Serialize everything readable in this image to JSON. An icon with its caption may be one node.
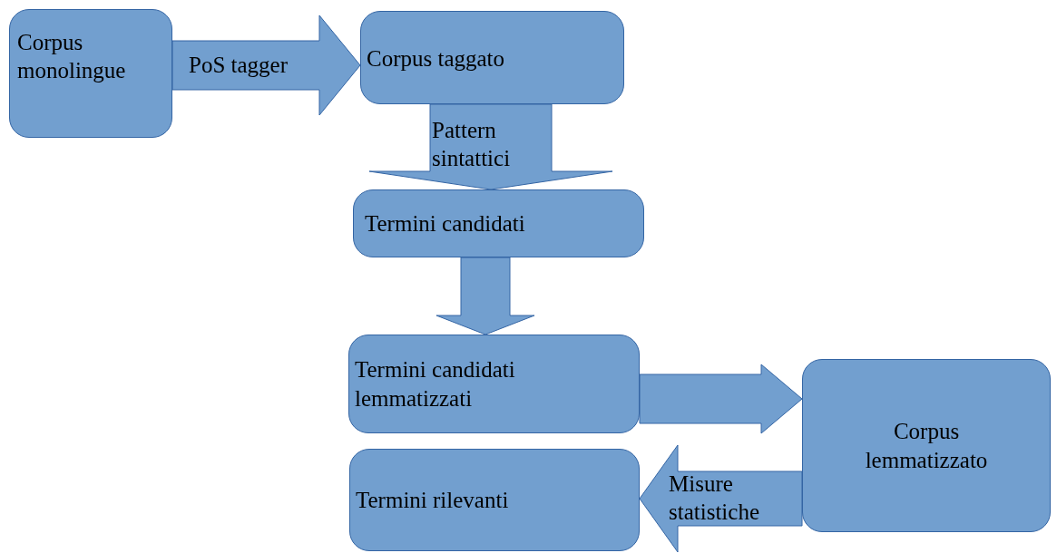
{
  "diagram": {
    "nodes": [
      {
        "text": [
          "Corpus monolingue"
        ]
      },
      {
        "text": [
          "Corpus taggato"
        ]
      },
      {
        "text": [
          "Termini candidati"
        ]
      },
      {
        "text": [
          "Termini candidati lemmatizzati"
        ]
      },
      {
        "text": [
          "Corpus lemmatizzato"
        ]
      },
      {
        "text": [
          "Termini rilevanti"
        ]
      }
    ],
    "edges": [
      {
        "from": 0,
        "to": 1,
        "arrow": "to",
        "label": "PoS tagger"
      },
      {
        "from": 1,
        "to": 2,
        "arrow": "to",
        "label": "Pattern sintattici"
      },
      {
        "from": 2,
        "to": 3,
        "arrow": "to"
      },
      {
        "from": 3,
        "to": 4,
        "arrow": "to"
      },
      {
        "from": 4,
        "to": 5,
        "arrow": "to",
        "label": "Misure statistiche"
      }
    ]
  }
}
